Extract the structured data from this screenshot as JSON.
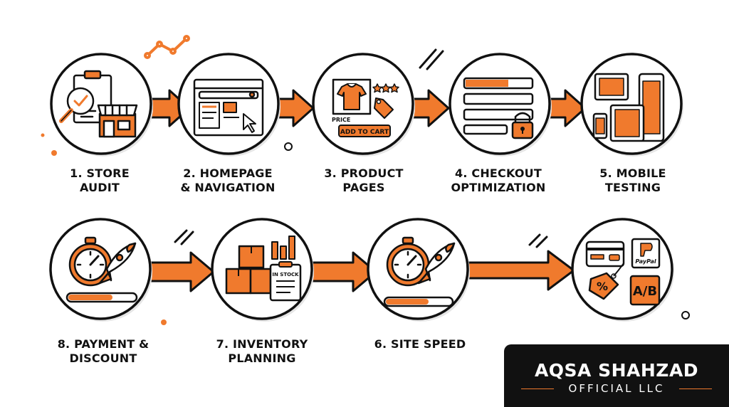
{
  "steps": [
    {
      "label_1": "1. STORE",
      "label_2": "AUDIT"
    },
    {
      "label_1": "2. HOMEPAGE",
      "label_2": "& NAVIGATION"
    },
    {
      "label_1": "3. PRODUCT",
      "label_2": "PAGES"
    },
    {
      "label_1": "4. CHECKOUT",
      "label_2": "OPTIMIZATION"
    },
    {
      "label_1": "5. MOBILE",
      "label_2": "TESTING"
    },
    {
      "label_1": "6. SITE SPEED",
      "label_2": ""
    },
    {
      "label_1": "7. INVENTORY",
      "label_2": "PLANNING"
    },
    {
      "label_1": "8. PAYMENT &",
      "label_2": "DISCOUNT"
    }
  ],
  "icons": {
    "step1": "audit-clipboard-magnifier-store-icon",
    "step2": "browser-window-cursor-icon",
    "step3": "product-shirt-tag-icon",
    "step4": "checkout-form-lock-icon",
    "step5": "devices-icon",
    "step6": "stopwatch-rocket-icon",
    "step7": "boxes-chart-clipboard-icon",
    "step8": "stopwatch-rocket-icon",
    "step9": "payment-tags-icon"
  },
  "icon_text": {
    "price": "PRICE",
    "add_to_cart": "ADD TO CART",
    "in_stock": "IN STOCK",
    "paypal": "PayPal",
    "ab": "A/B",
    "percent": "%"
  },
  "brand": {
    "name": "AQSA SHAHZAD",
    "subtitle": "OFFICIAL LLC"
  },
  "colors": {
    "accent": "#F07A2D",
    "ink": "#111111",
    "background": "#ffffff",
    "shadow": "#e6e6e6"
  }
}
